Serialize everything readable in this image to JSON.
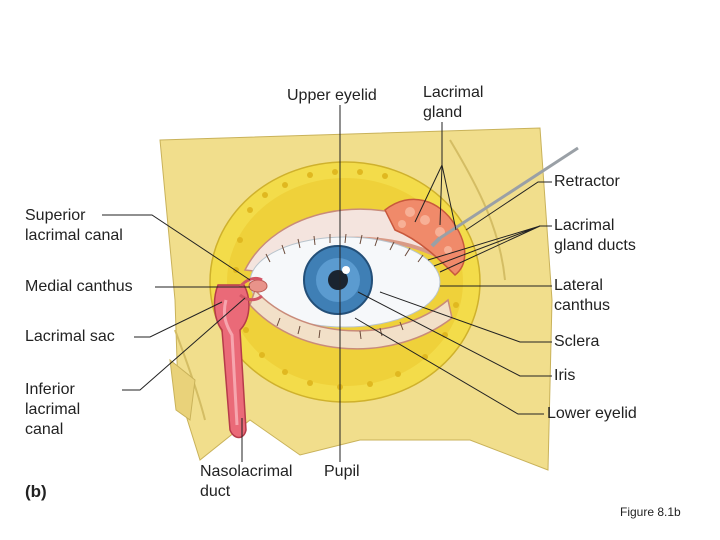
{
  "labels": {
    "upper_eyelid": "Upper eyelid",
    "lacrimal_gland": [
      "Lacrimal",
      "gland"
    ],
    "retractor": "Retractor",
    "lacrimal_gland_ducts": [
      "Lacrimal",
      "gland ducts"
    ],
    "lateral_canthus": [
      "Lateral",
      "canthus"
    ],
    "sclera": "Sclera",
    "iris": "Iris",
    "lower_eyelid": "Lower eyelid",
    "superior_lacrimal_canal": [
      "Superior",
      "lacrimal canal"
    ],
    "medial_canthus": "Medial canthus",
    "lacrimal_sac": "Lacrimal sac",
    "inferior_lacrimal_canal": [
      "Inferior",
      "lacrimal",
      "canal"
    ],
    "nasolacrimal_duct": [
      "Nasolacrimal",
      "duct"
    ],
    "pupil": "Pupil"
  },
  "panel_label": "(b)",
  "caption": "Figure 8.1b",
  "colors": {
    "bone": "#f1de8c",
    "fat": "#f3dc4a",
    "gland": "#f08a6a",
    "duct": "#ea6a78",
    "iris": "#3f7fb5",
    "sclera": "#f6f8fa",
    "leader": "#222222"
  }
}
